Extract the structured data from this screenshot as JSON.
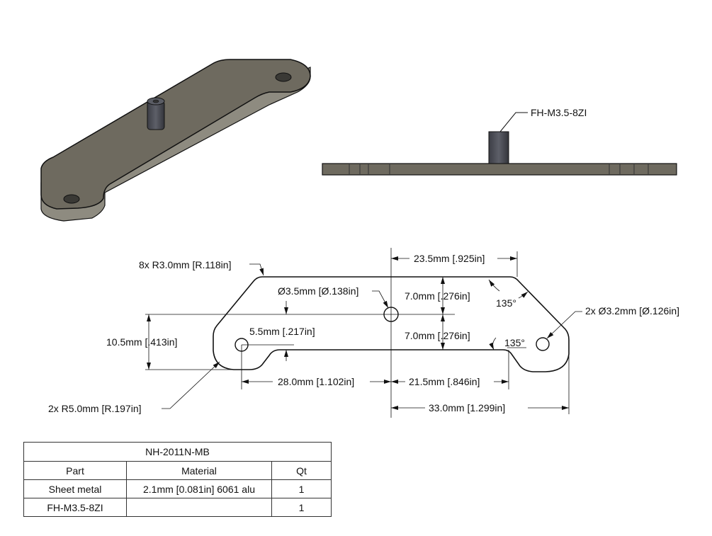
{
  "drawing": {
    "callout_fastener": "FH-M3.5-8ZI",
    "dimensions": {
      "corner_radius": "8x R3.0mm [R.118in]",
      "top_width": "23.5mm [.925in]",
      "center_hole": "Ø3.5mm [Ø.138in]",
      "upper_offset": "7.0mm [.276in]",
      "lower_offset": "7.0mm [.276in]",
      "angle_top": "135°",
      "angle_bottom": "135°",
      "end_holes": "2x Ø3.2mm [Ø.126in]",
      "overall_height": "10.5mm [.413in]",
      "hole_offset": "5.5mm [.217in]",
      "left_span": "28.0mm [1.102in]",
      "right_span": "21.5mm [.846in]",
      "right_overall": "33.0mm [1.299in]",
      "bend_radius": "2x R5.0mm [R.197in]"
    }
  },
  "bom": {
    "title": "NH-2011N-MB",
    "headers": [
      "Part",
      "Material",
      "Qt"
    ],
    "rows": [
      [
        "Sheet metal",
        "2.1mm [0.081in] 6061 alu",
        "1"
      ],
      [
        "FH-M3.5-8ZI",
        "",
        "1"
      ]
    ]
  }
}
